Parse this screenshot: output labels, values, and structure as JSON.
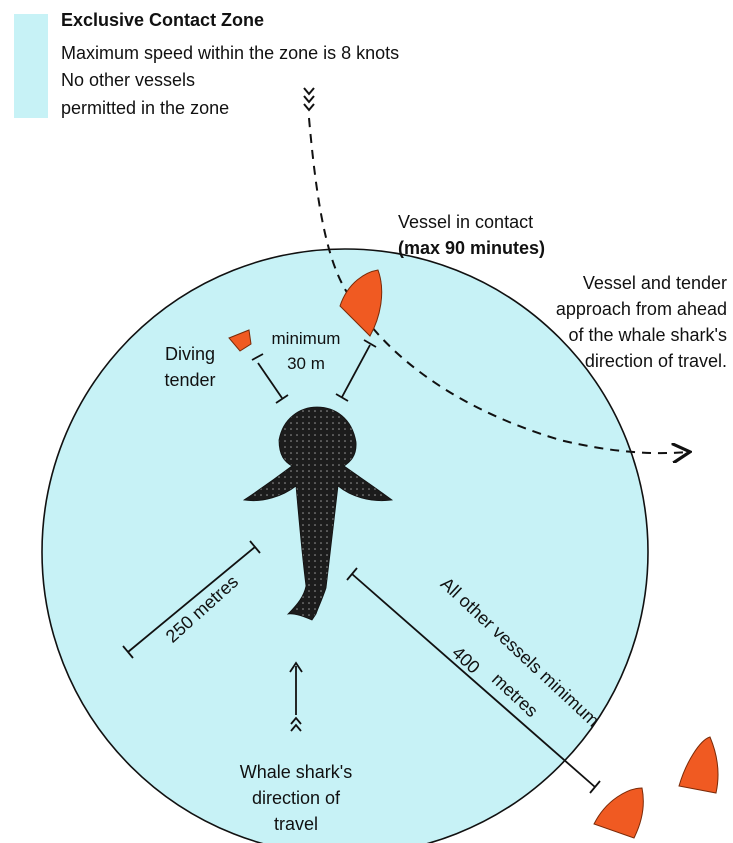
{
  "legend": {
    "title": "Exclusive Contact Zone",
    "speed": "Maximum speed within the zone is 8 knots",
    "no_vessels_1": "No other vessels",
    "no_vessels_2": "permitted in the zone",
    "zone_color": "#c7f2f6"
  },
  "labels": {
    "vessel_contact_1": "Vessel in contact",
    "vessel_contact_2_a": "(max 90 ",
    "vessel_contact_2_b": "minutes)",
    "approach_1": "Vessel and tender",
    "approach_2": "approach from ahead",
    "approach_3": "of the whale shark's",
    "approach_4": "direction of travel.",
    "diving_1": "Diving",
    "diving_2": "tender",
    "minimum_1": "minimum",
    "minimum_2": "30 m",
    "radius": "250 metres",
    "other_1": "All other vessels minimum",
    "other_2": "400",
    "other_3": "metres",
    "direction_1": "Whale shark's",
    "direction_2": "direction of",
    "direction_3": "travel"
  },
  "colors": {
    "vessel": "#f05a22",
    "shark": "#1c1c1c",
    "line": "#111111"
  }
}
